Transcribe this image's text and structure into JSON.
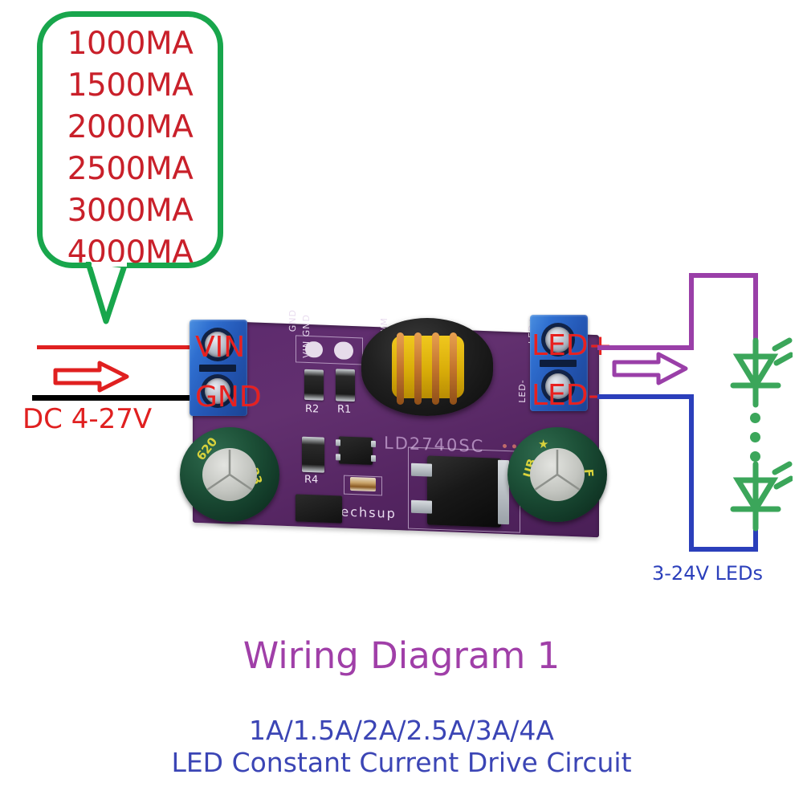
{
  "callout": {
    "border_color": "#18a64c",
    "text_color": "#c9202a",
    "lines": [
      "1000MA",
      "1500MA",
      "2000MA",
      "2500MA",
      "3000MA",
      "4000MA"
    ]
  },
  "input": {
    "label": "DC 4-27V",
    "label_color": "#e02020",
    "vin_wire_color": "#e02020",
    "gnd_wire_color": "#000000",
    "arrow_color": "#e02020"
  },
  "board": {
    "part_number": "LD2740SC",
    "brand": "eletechsup",
    "pcb_color": "#5d2a6e",
    "silk": {
      "gnd_top": "GND",
      "pwm": "WM",
      "vin_gnd": "VIN GND",
      "led_plus": "LED+",
      "led_minus": "LED-",
      "r1": "R1",
      "r2": "R2",
      "r4": "R4"
    },
    "terminals": {
      "left_top": "VIN",
      "left_bottom": "GND",
      "right_top": "LED+",
      "right_bottom": "LED-",
      "label_color": "#e8201f"
    }
  },
  "output": {
    "led_label": "3-24V LEDs",
    "led_label_color": "#2b3fbb",
    "plus_wire_color": "#9a3fa8",
    "minus_wire_color": "#2b3fbb",
    "arrow_color": "#9a3fa8",
    "led_symbol_color": "#3ba65a"
  },
  "captions": {
    "title": "Wiring Diagram 1",
    "title_color": "#a03fa8",
    "subtitle_1": "1A/1.5A/2A/2.5A/3A/4A",
    "subtitle_2": "LED Constant Current Drive Circuit",
    "subtitle_color": "#3b45b5"
  }
}
